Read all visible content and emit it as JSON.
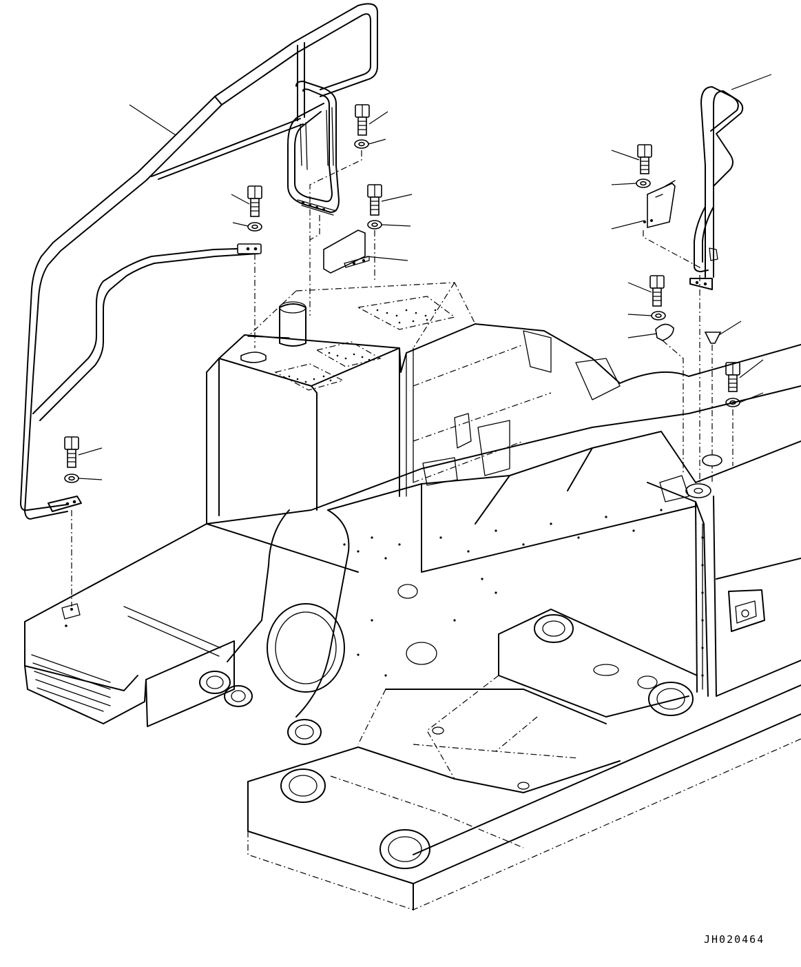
{
  "drawing_number": "JH020464",
  "callouts": [
    {
      "part": "left-handrail"
    },
    {
      "part": "bolt"
    },
    {
      "part": "washer"
    },
    {
      "part": "bolt"
    },
    {
      "part": "washer"
    },
    {
      "part": "bolt"
    },
    {
      "part": "washer"
    },
    {
      "part": "bracket-plate"
    },
    {
      "part": "bolt"
    },
    {
      "part": "washer"
    },
    {
      "part": "right-handrail"
    },
    {
      "part": "bolt"
    },
    {
      "part": "washer"
    },
    {
      "part": "bracket"
    },
    {
      "part": "bolt"
    },
    {
      "part": "washer"
    },
    {
      "part": "clip"
    },
    {
      "part": "cap"
    },
    {
      "part": "bolt"
    },
    {
      "part": "washer"
    }
  ]
}
